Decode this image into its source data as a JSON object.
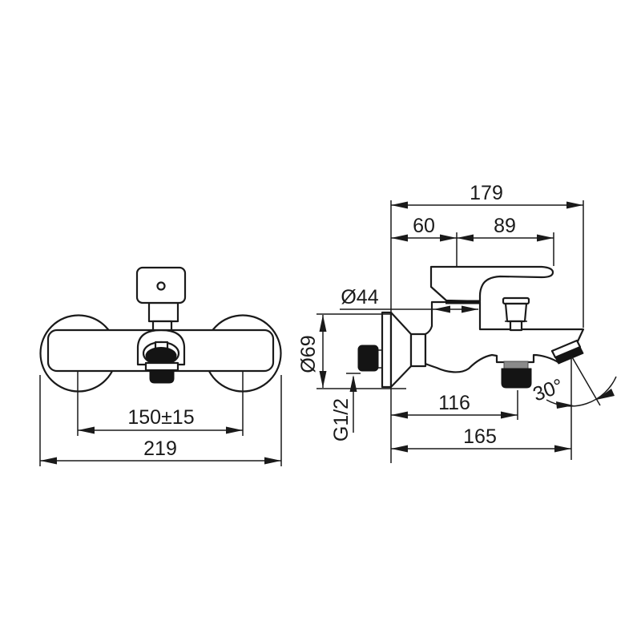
{
  "drawing": {
    "title": "Wall-mounted bath mixer faucet — dimensional drawing",
    "colors": {
      "line": "#1a1a1a",
      "dark_fill": "#141414",
      "gray_fill": "#8a8a8a",
      "background": "#ffffff"
    },
    "front": {
      "center_distance": "150±15",
      "overall_width": "219"
    },
    "side": {
      "total_depth": "179",
      "wall_to_cartridge": "60",
      "cartridge_to_lever_tip": "89",
      "cartridge_diameter": "Ø44",
      "escutcheon_diameter": "Ø69",
      "connection_thread": "G1/2",
      "wall_to_outlet": "116",
      "spout_reach": "165",
      "spout_angle": "30°"
    }
  }
}
